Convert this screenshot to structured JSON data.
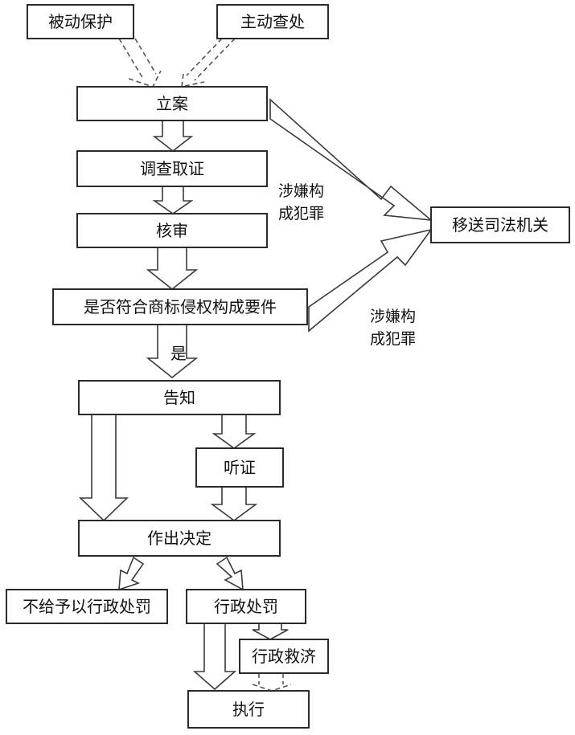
{
  "nodes": {
    "passive_protection": "被动保护",
    "active_investigation": "主动查处",
    "case_filing": "立案",
    "investigation_evidence": "调查取证",
    "review": "核审",
    "infringement_check": "是否符合商标侵权构成要件",
    "transfer_judicial": "移送司法机关",
    "notification": "告知",
    "hearing": "听证",
    "decision": "作出决定",
    "no_penalty": "不给予以行政处罚",
    "admin_penalty": "行政处罚",
    "admin_remedy": "行政救济",
    "execution": "执行"
  },
  "edge_labels": {
    "crime_suspected_top": [
      "涉嫌构",
      "成犯罪"
    ],
    "crime_suspected_bottom": [
      "涉嫌构",
      "成犯罪"
    ],
    "yes": "是"
  }
}
